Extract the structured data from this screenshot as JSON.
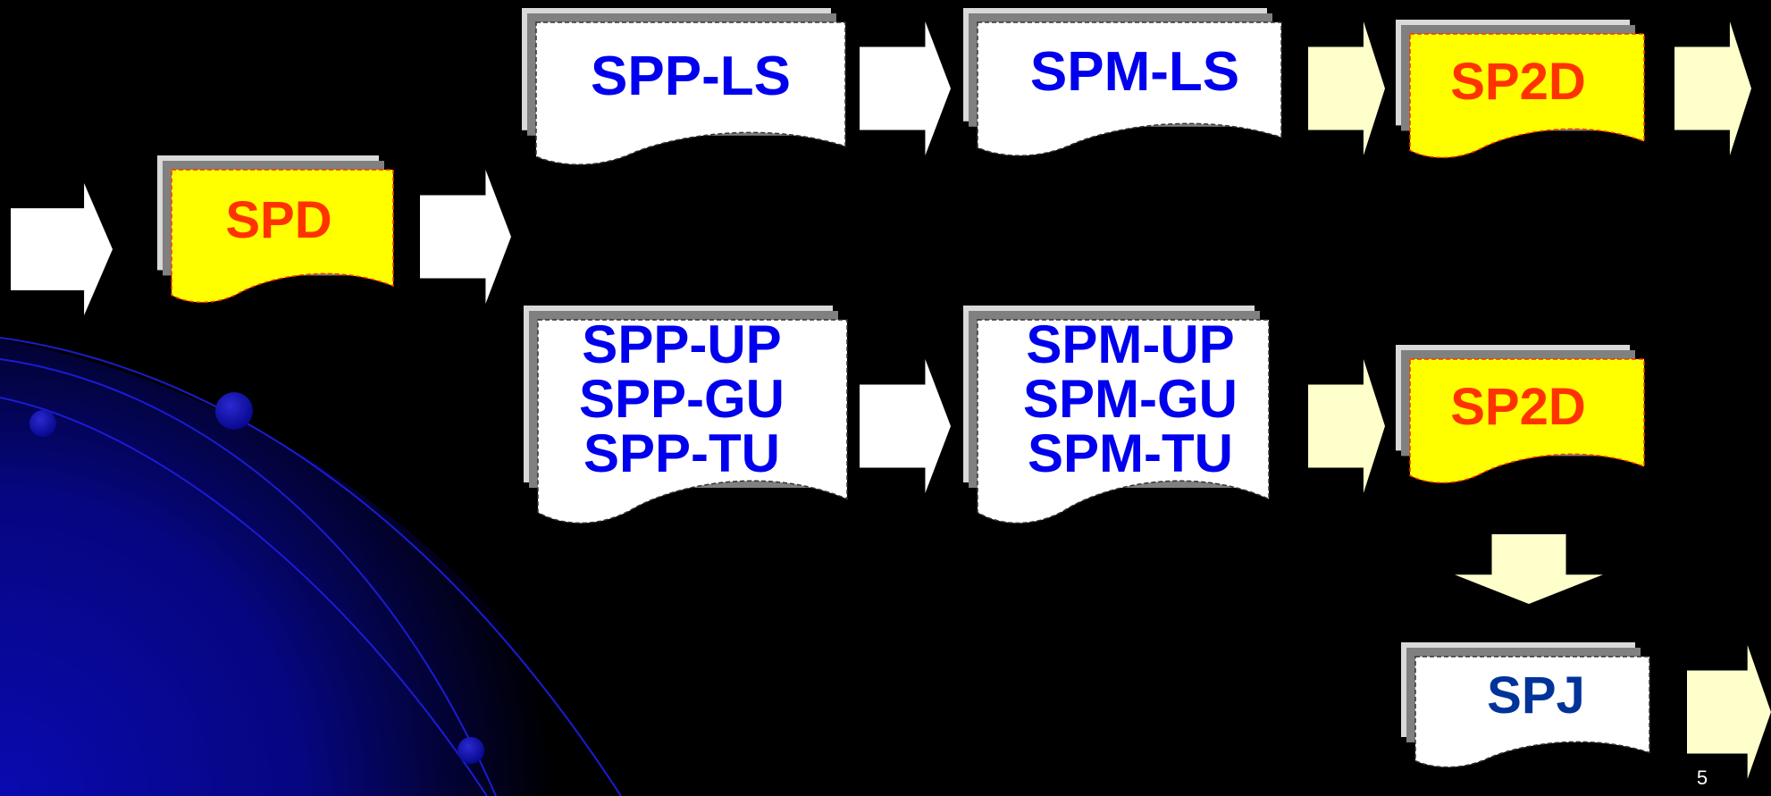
{
  "colors": {
    "background": "#000000",
    "arrow_white": "#ffffff",
    "arrow_cream": "#ffffcc",
    "doc_white": "#ffffff",
    "doc_yellow": "#ffff00",
    "text_blue": "#0000ee",
    "text_orange_red": "#ff3300",
    "text_dark_blue": "#003399",
    "shadow_gray": "#a6a6a6",
    "orbit_blue": "#1b1bd6",
    "planet_blue": "#0a0aa8"
  },
  "documents": {
    "spd": {
      "lines": [
        "SPD"
      ],
      "fill": "yellow"
    },
    "spp_ls": {
      "lines": [
        "SPP-LS"
      ],
      "fill": "white"
    },
    "spm_ls": {
      "lines": [
        "SPM-LS"
      ],
      "fill": "white"
    },
    "sp2d_top": {
      "lines": [
        "SP2D"
      ],
      "fill": "yellow"
    },
    "spp_multi": {
      "lines": [
        "SPP-UP",
        "SPP-GU",
        "SPP-TU"
      ],
      "fill": "white"
    },
    "spm_multi": {
      "lines": [
        "SPM-UP",
        "SPM-GU",
        "SPM-TU"
      ],
      "fill": "white"
    },
    "sp2d_bottom": {
      "lines": [
        "SP2D"
      ],
      "fill": "yellow"
    },
    "spj": {
      "lines": [
        "SPJ"
      ],
      "fill": "white"
    }
  },
  "arrows": [
    {
      "name": "arrow-into-spd",
      "color": "white",
      "direction": "right"
    },
    {
      "name": "arrow-spd-out",
      "color": "white",
      "direction": "right"
    },
    {
      "name": "arrow-spp-ls-to-spm-ls",
      "color": "white",
      "direction": "right"
    },
    {
      "name": "arrow-spm-ls-to-sp2d",
      "color": "cream",
      "direction": "right"
    },
    {
      "name": "arrow-sp2d-top-out",
      "color": "cream",
      "direction": "right"
    },
    {
      "name": "arrow-spp-to-spm",
      "color": "white",
      "direction": "right"
    },
    {
      "name": "arrow-spm-to-sp2d",
      "color": "cream",
      "direction": "right"
    },
    {
      "name": "arrow-sp2d-to-spj",
      "color": "cream",
      "direction": "down"
    },
    {
      "name": "arrow-spj-out",
      "color": "cream",
      "direction": "right"
    }
  ],
  "slide_number": "5"
}
